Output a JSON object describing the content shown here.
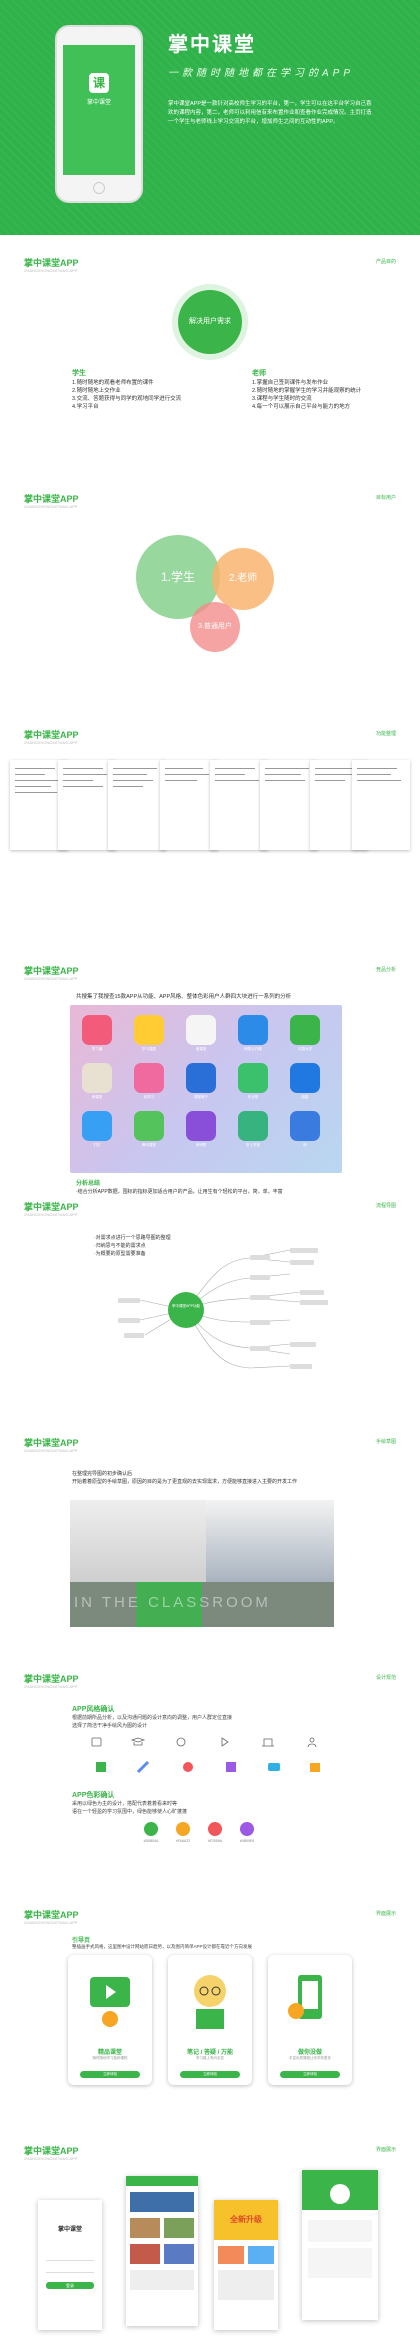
{
  "hero": {
    "logo_text": "掌中课堂",
    "title": "掌中课堂",
    "subtitle": "一款随时随地都在学习的APP",
    "desc": "掌中课堂APP是一款针对高校师生学习的平台，第一，学生可以在这平台学习自己喜欢的课程内容，第二，老师可以利用信有来布置作业和查看作业完成情况。主页打造一个学生与老师线上学习交流的平台，增加师生之间的互动性的APP。"
  },
  "sections": [
    {
      "title": "掌中课堂APP",
      "sub": "ZHANGZHONGKETANG APP",
      "tag": "产品目的"
    },
    {
      "title": "掌中课堂APP",
      "sub": "ZHANGZHONGKETANG APP",
      "tag": "目标用户"
    },
    {
      "title": "掌中课堂APP",
      "sub": "ZHANGZHONGKETANG APP",
      "tag": "功能整理"
    },
    {
      "title": "掌中课堂APP",
      "sub": "ZHANGZHONGKETANG APP",
      "tag": "竞品分析"
    },
    {
      "title": "掌中课堂APP",
      "sub": "ZHANGZHONGKETANG APP",
      "tag": "流程导图"
    },
    {
      "title": "掌中课堂APP",
      "sub": "ZHANGZHONGKETANG APP",
      "tag": "手绘草图"
    },
    {
      "title": "掌中课堂APP",
      "sub": "ZHANGZHONGKETANG APP",
      "tag": "设计规范"
    },
    {
      "title": "掌中课堂APP",
      "sub": "ZHANGZHONGKETANG APP",
      "tag": "界面展示"
    },
    {
      "title": "掌中课堂APP",
      "sub": "ZHANGZHONGKETANG APP",
      "tag": "界面展示"
    }
  ],
  "purpose": {
    "center": "解决用户需求",
    "student": {
      "head": "学生",
      "lines": [
        "1.随时随地的观看老师布置的课件",
        "2.随时随地上交作业",
        "3.交流、答题获得与同学的观地同学进行交流",
        "4.学习平台"
      ]
    },
    "teacher": {
      "head": "老师",
      "lines": [
        "1.掌握自己签到课件与发布作业",
        "2.随时随地的掌握学生的学习并能观察的统计",
        "3.课程与学生随时的交流",
        "4.每一个可以展示自己平台与能力的地方"
      ]
    }
  },
  "users": {
    "a": "1.学生",
    "b": "2.老师",
    "c": "3.普通用户"
  },
  "competitor": {
    "intro": "共搜集了我搜查15款APP从功能、APP风格、整体色彩用户人群四大块进行一系列的分析",
    "apps": [
      "学习通",
      "学习强国",
      "爱课堂",
      "网易公开课",
      "中国大学",
      "雨课堂",
      "优学习",
      "课程格子",
      "作业帮",
      "超星",
      "钉钉",
      "腾讯课堂",
      "考研帮",
      "掌上学堂",
      "研"
    ],
    "analysis_head": "分析总结",
    "analysis": "·结合分析APP数据，围标的指标更加适合用户的产品，让用生有个轻松的平台，简，单，丰富"
  },
  "mindmap": {
    "note1": "·对需求点进行一个思路导图的整理",
    "note2": "·归纳思与不能的需求点",
    "note3": "·为概要的原型需要准备",
    "center": "掌中课堂APP功能"
  },
  "sketch": {
    "note1": "在整理完导图的初步确认后",
    "note2": "开始着着原型的手绘草图，原因的目的是为了更直观的去实现需求，方便能够直接进入主要的开发工作",
    "banner": "IN THE CLASSROOM"
  },
  "spec": {
    "style_head": "APP风格确认",
    "style_txt1": "根据前期所品分析，以及沟通问题的设计意向的调整，用户人群定位直接",
    "style_txt2": "选择了简洁干净手绘风为图的设计",
    "color_head": "APP色彩确认",
    "color_txt1": "采用以绿色为主的设计，搭配代表着着看来时等",
    "color_txt2": "语在一个轻盈的学习氛围中，绿色能够使人心旷蓬蓬",
    "swatches": [
      {
        "color": "#3bb54a",
        "label": "#3BB54A"
      },
      {
        "color": "#f6a623",
        "label": "#F6A623"
      },
      {
        "color": "#f2555a",
        "label": "#F2555A"
      },
      {
        "color": "#9b59e6",
        "label": "#9B59E6"
      }
    ]
  },
  "guide": {
    "head": "引导页",
    "txt": "整插画手式风格，这里图中设计网站而日趋势，以及图内简单APP设计都在靠近个方向发展",
    "cards": [
      {
        "title": "精品课堂",
        "sub": "随时随地学习各种课程",
        "btn": "立即体验"
      },
      {
        "title": "笔记 / 答疑 / 万能",
        "sub": "学习路上有问必答",
        "btn": "立即体验"
      },
      {
        "title": "做你没做",
        "sub": "丰富优质课程让你学到更多",
        "btn": "立即体验"
      }
    ]
  },
  "screens": {
    "login_title": "掌中课堂",
    "login_btn": "登录",
    "banner": "全新升级"
  }
}
